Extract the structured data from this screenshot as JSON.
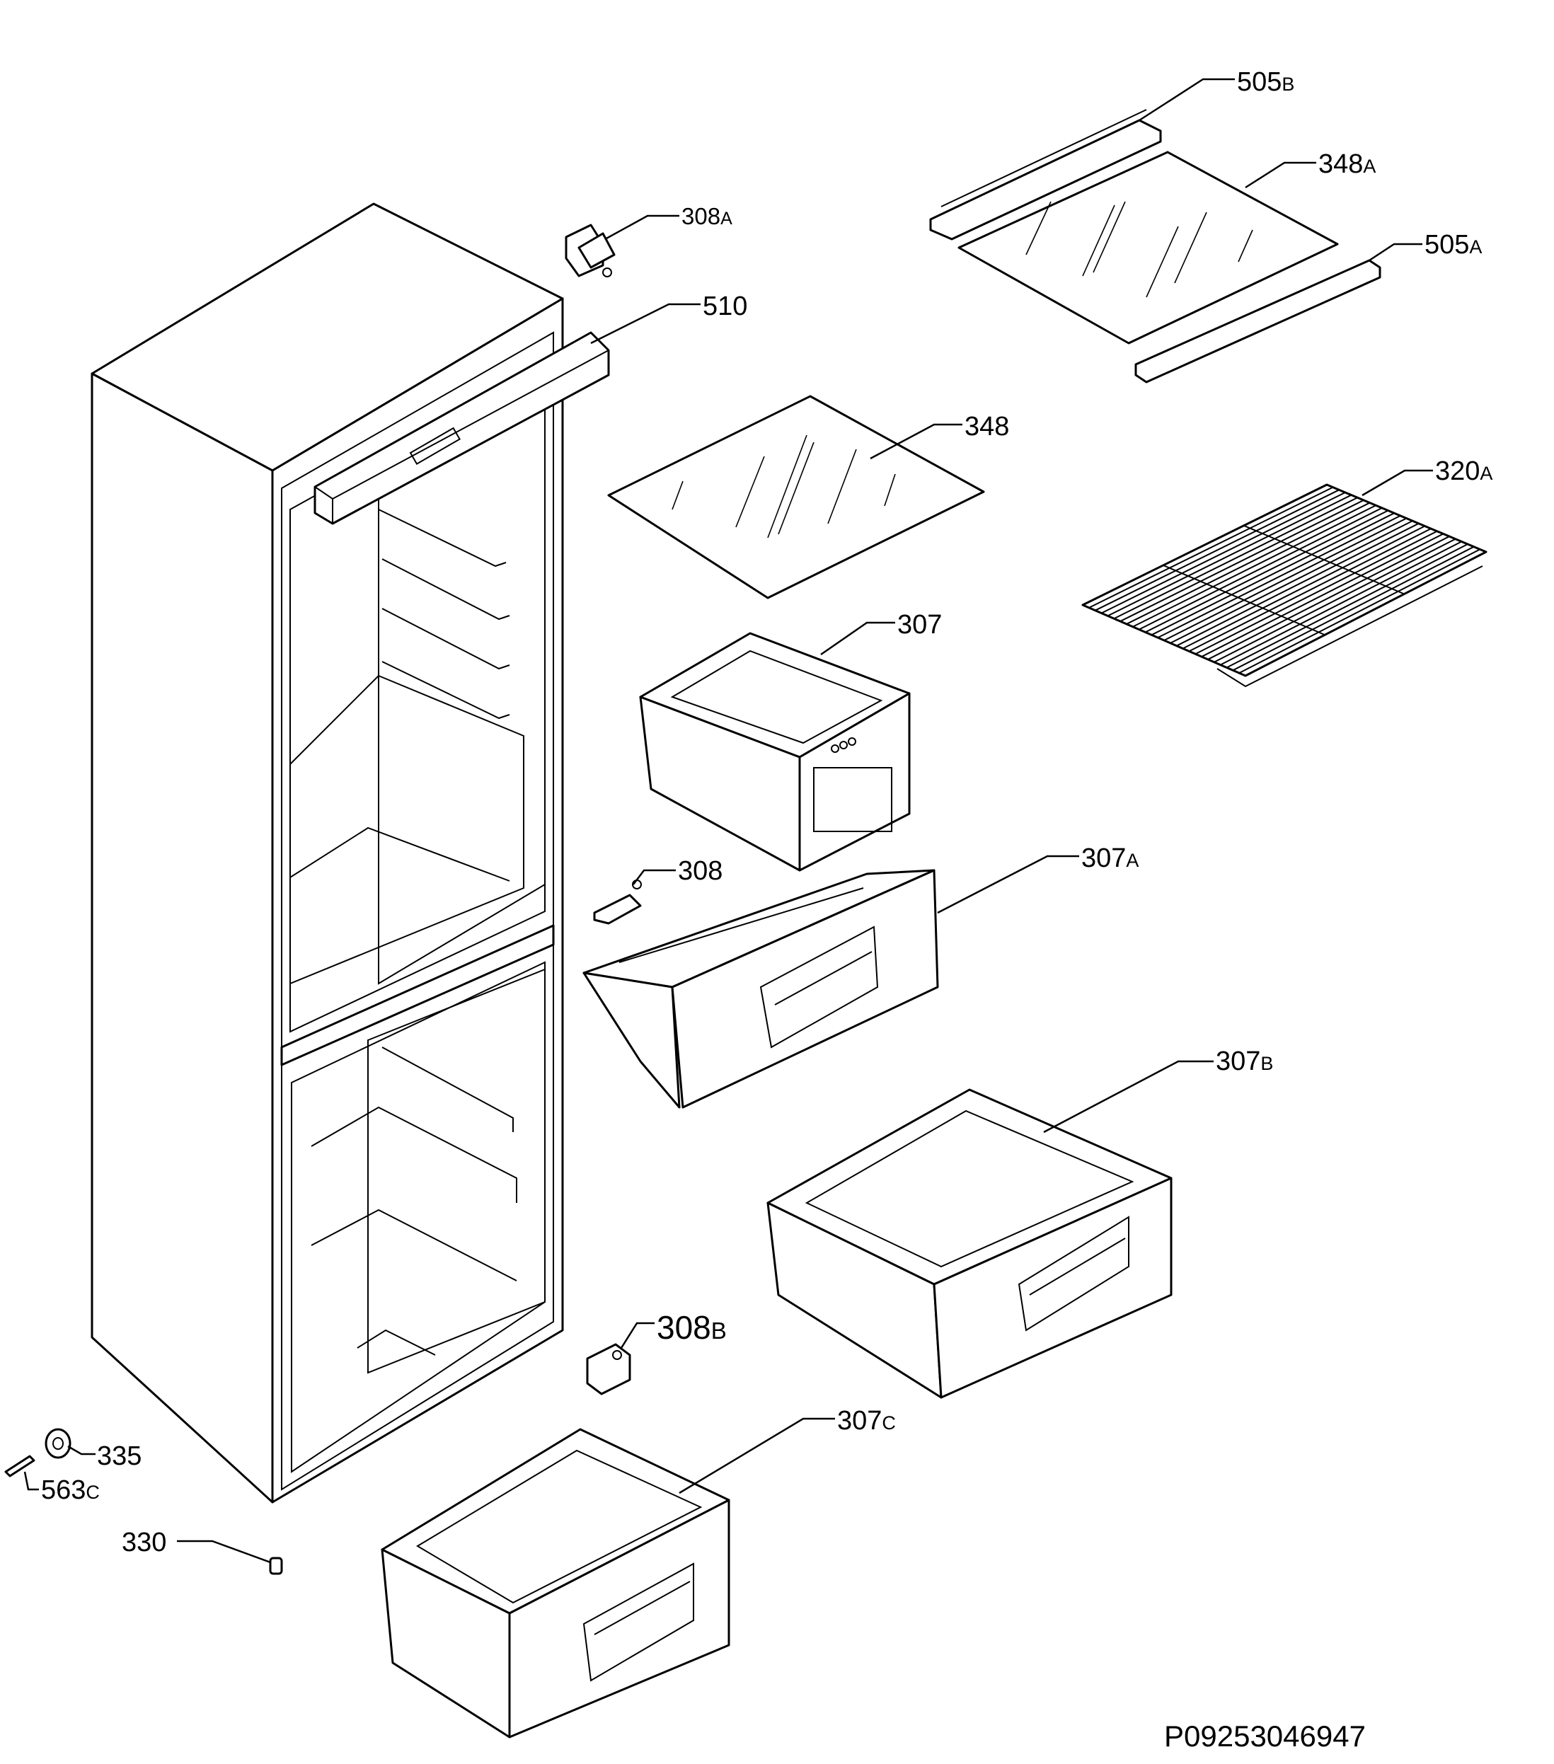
{
  "labels": {
    "l505b": {
      "num": "505",
      "suffix": "B"
    },
    "l348a": {
      "num": "348",
      "suffix": "A"
    },
    "l505a": {
      "num": "505",
      "suffix": "A"
    },
    "l308a": {
      "num": "308",
      "suffix": "A"
    },
    "l510": {
      "num": "510",
      "suffix": ""
    },
    "l348": {
      "num": "348",
      "suffix": ""
    },
    "l320a": {
      "num": "320",
      "suffix": "A"
    },
    "l307": {
      "num": "307",
      "suffix": ""
    },
    "l308": {
      "num": "308",
      "suffix": ""
    },
    "l307a": {
      "num": "307",
      "suffix": "A"
    },
    "l307b": {
      "num": "307",
      "suffix": "B"
    },
    "l308b": {
      "num": "308",
      "suffix": "B"
    },
    "l307c": {
      "num": "307",
      "suffix": "C"
    },
    "l335": {
      "num": "335",
      "suffix": ""
    },
    "l563c": {
      "num": "563",
      "suffix": "C"
    },
    "l330": {
      "num": "330",
      "suffix": ""
    }
  },
  "footer": {
    "code": "P09253046947"
  }
}
